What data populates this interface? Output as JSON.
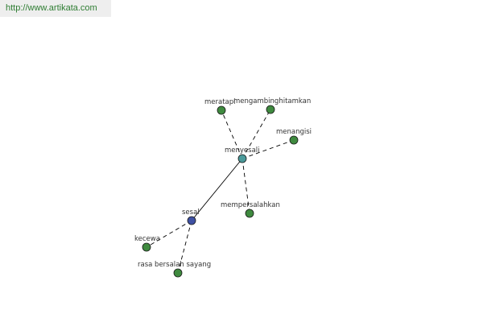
{
  "header": {
    "url": "http://www.artikata.com"
  },
  "colors": {
    "hub_node": "#4a9a9a",
    "root_node": "#3f51a3",
    "leaf_node": "#3f8a3f",
    "edge": "#000000",
    "url_text": "#2e7d32"
  },
  "graph": {
    "nodes": [
      {
        "id": "menyesali",
        "label": "menyesali",
        "kind": "hub"
      },
      {
        "id": "meratapi",
        "label": "meratapi",
        "kind": "leaf"
      },
      {
        "id": "mengambinghitamkan",
        "label": "mengambinghitamkan",
        "kind": "leaf"
      },
      {
        "id": "menangisi",
        "label": "menangisi",
        "kind": "leaf"
      },
      {
        "id": "mempersalahkan",
        "label": "mempersalahkan",
        "kind": "leaf"
      },
      {
        "id": "sesal",
        "label": "sesal",
        "kind": "root"
      },
      {
        "id": "kecewa",
        "label": "kecewa",
        "kind": "leaf"
      },
      {
        "id": "rasa-bersalah-sayang",
        "label": "rasa bersalah sayang",
        "kind": "leaf"
      }
    ],
    "edges": [
      {
        "from": "sesal",
        "to": "menyesali",
        "style": "solid"
      },
      {
        "from": "menyesali",
        "to": "meratapi",
        "style": "dashed"
      },
      {
        "from": "menyesali",
        "to": "mengambinghitamkan",
        "style": "dashed"
      },
      {
        "from": "menyesali",
        "to": "menangisi",
        "style": "dashed"
      },
      {
        "from": "menyesali",
        "to": "mempersalahkan",
        "style": "dashed"
      },
      {
        "from": "sesal",
        "to": "kecewa",
        "style": "dashed"
      },
      {
        "from": "sesal",
        "to": "rasa-bersalah-sayang",
        "style": "dashed"
      }
    ]
  }
}
